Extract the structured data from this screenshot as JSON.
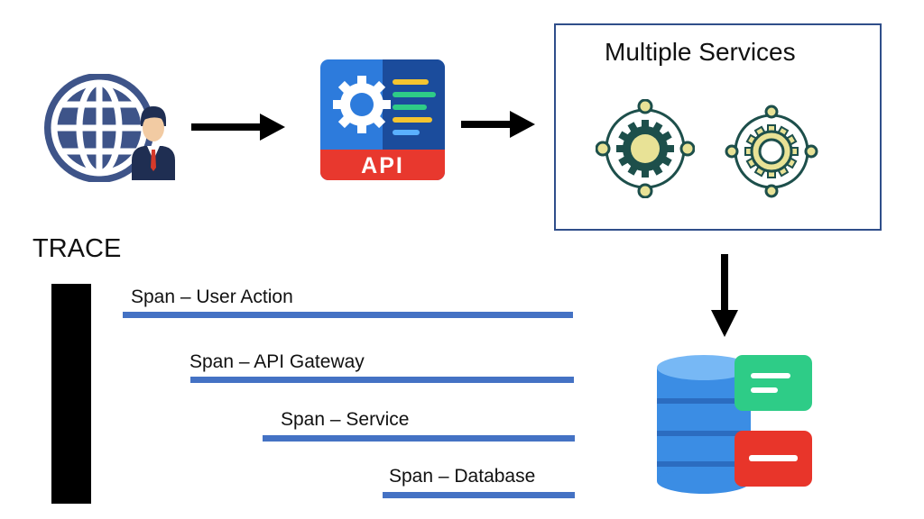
{
  "api_icon": {
    "label": "API"
  },
  "services_box": {
    "title": "Multiple Services"
  },
  "trace": {
    "label": "TRACE",
    "spans": [
      {
        "label": "Span – User Action"
      },
      {
        "label": "Span – API Gateway"
      },
      {
        "label": "Span – Service"
      },
      {
        "label": "Span – Database"
      }
    ]
  },
  "icons": {
    "user": "globe-user-icon",
    "api": "api-gateway-icon",
    "service_1": "service-gear-icon",
    "service_2": "service-gear-icon",
    "database": "database-icon"
  },
  "colors": {
    "span_line": "#4472c4",
    "box_border": "#2f4e8a",
    "globe": "#3e5489",
    "api_blue": "#2d7bdc",
    "api_red": "#e8382e",
    "service_teal": "#1d4f4b",
    "service_yellow": "#e8e296",
    "db_blue": "#3b8de4",
    "db_green": "#2ecc87",
    "db_red": "#e8352a"
  }
}
